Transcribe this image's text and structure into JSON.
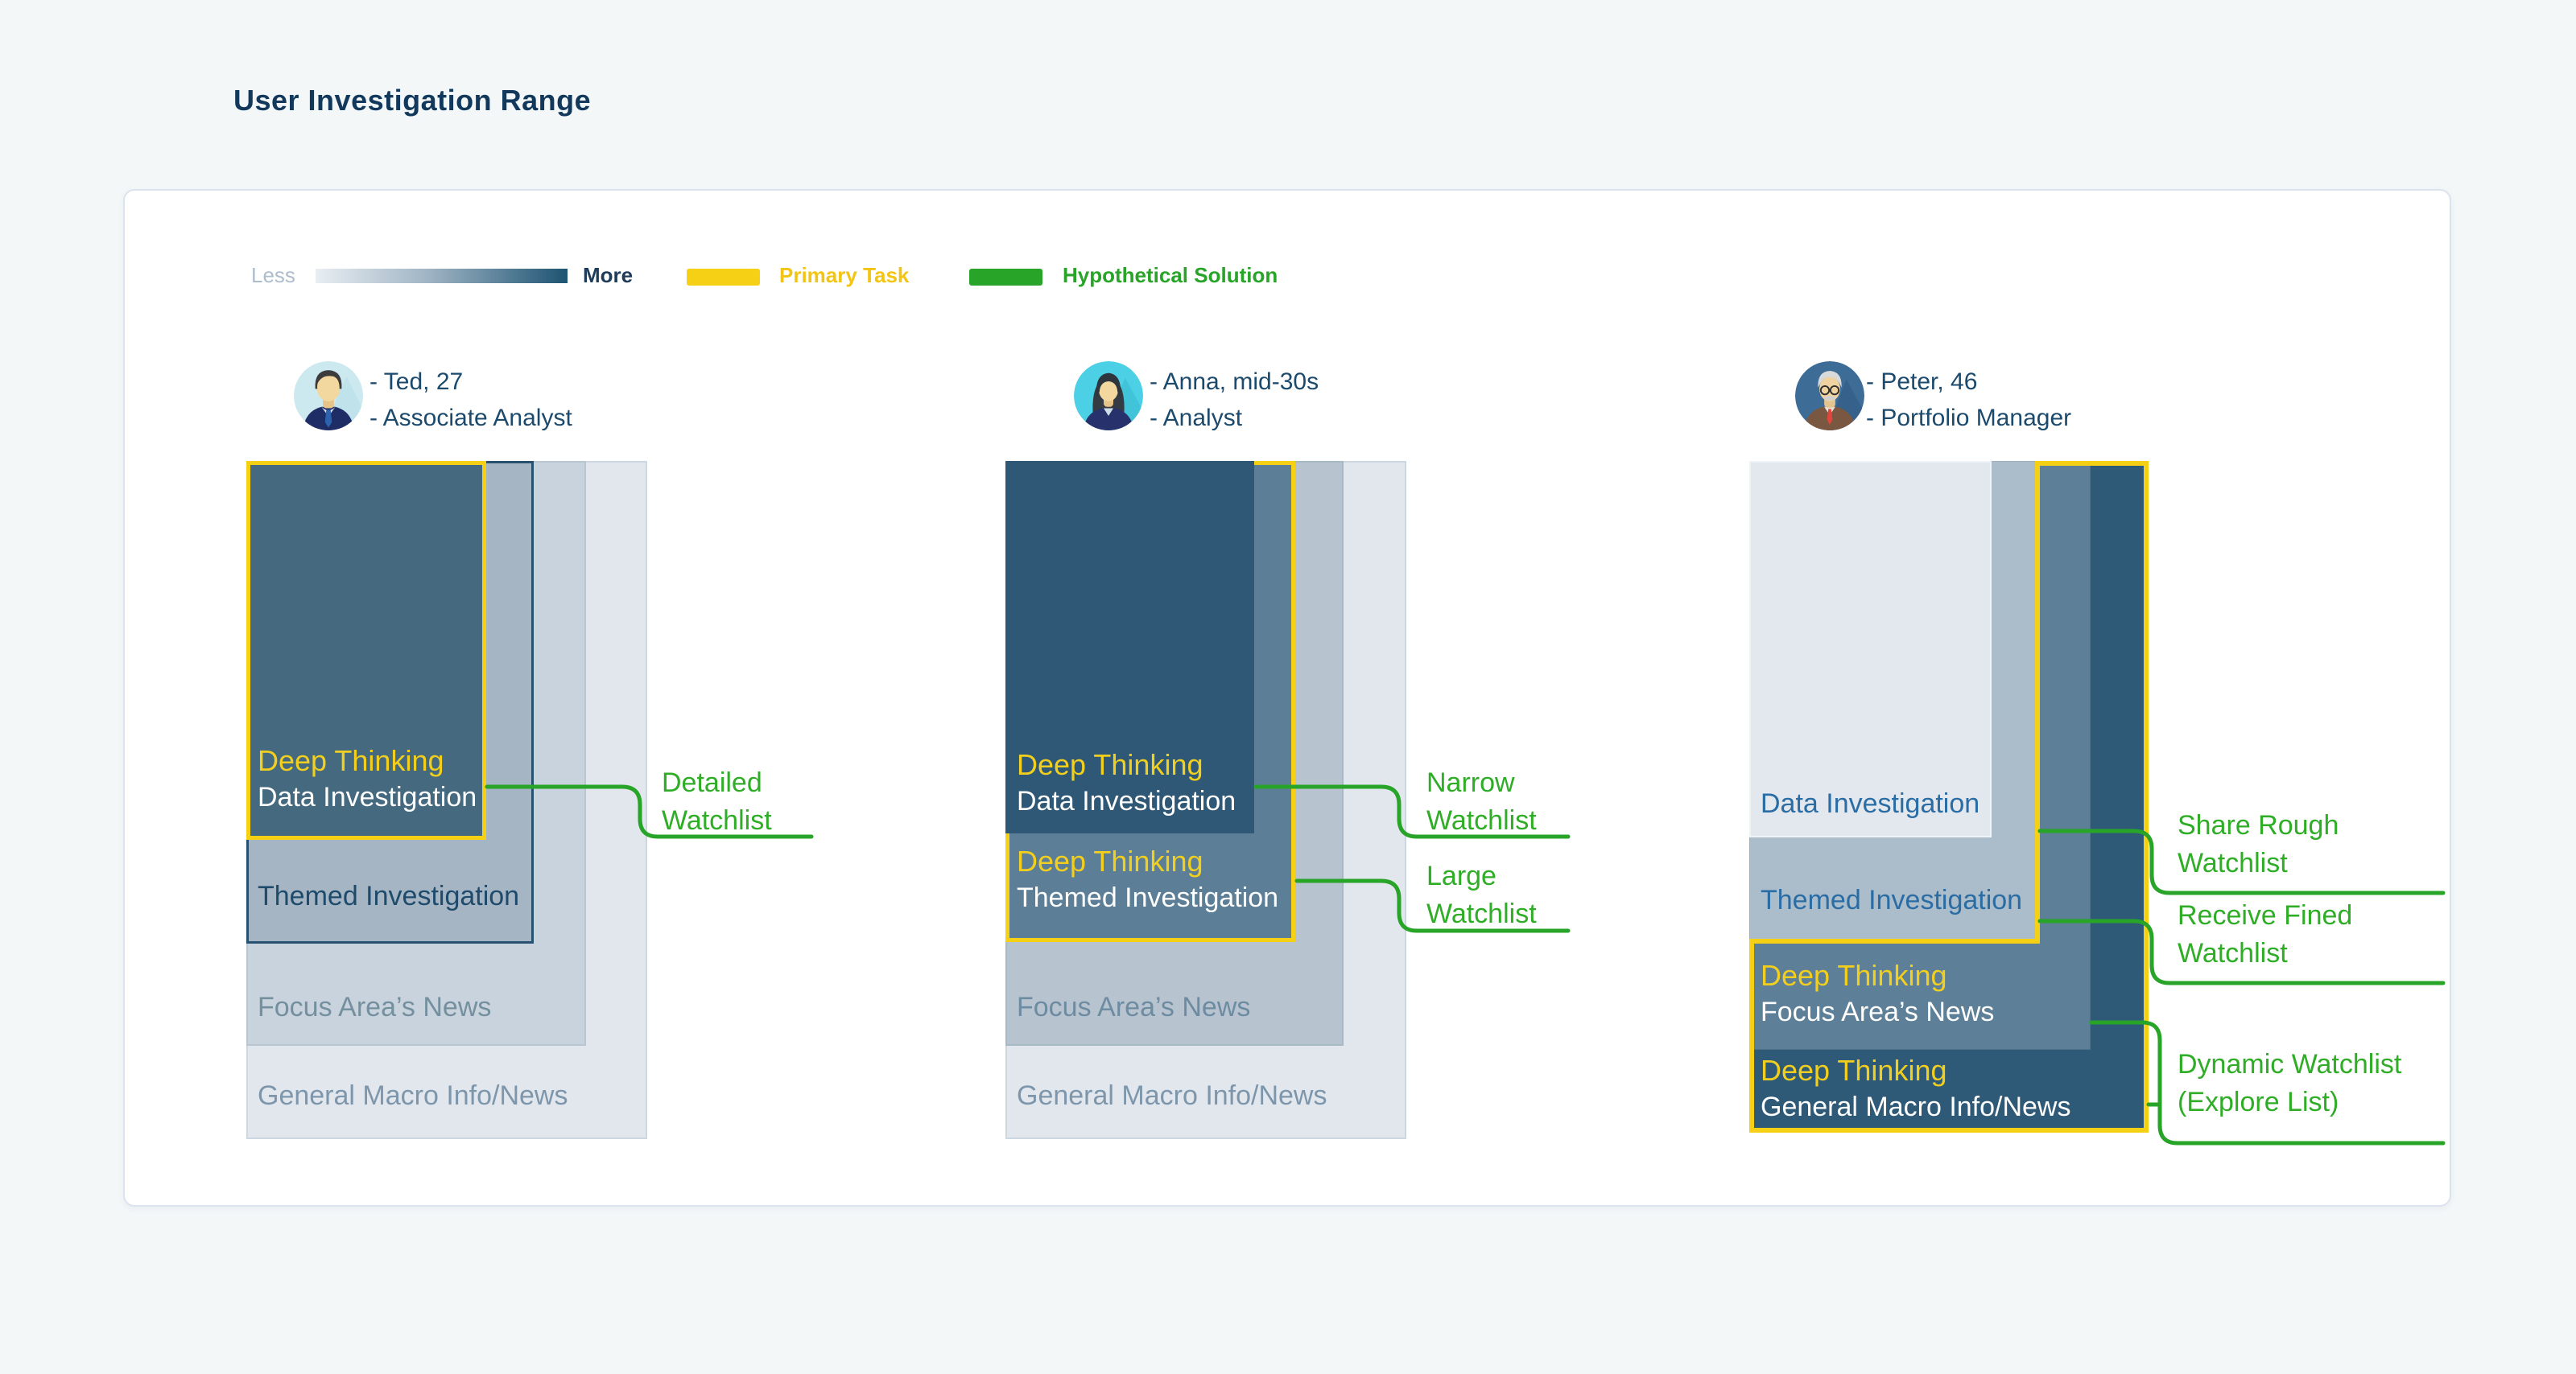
{
  "title": "User Investigation Range",
  "legend": {
    "less": "Less",
    "more": "More",
    "primary_task": "Primary Task",
    "hypothetical_solution": "Hypothetical Solution",
    "colors": {
      "primary_task": "#f6d014",
      "hypothetical_solution": "#28a428",
      "scale_start": "#e9eef2",
      "scale_end": "#1d5472"
    }
  },
  "ted": {
    "name": "- Ted, 27",
    "role": "- Associate Analyst",
    "layers": {
      "general": "General Macro Info/News",
      "focus": "Focus Area’s News",
      "themed": "Themed Investigation",
      "deep_prefix": "Deep Thinking",
      "data": "Data Investigation"
    },
    "colors": {
      "general": "#e1e7ed",
      "focus": "#c9d3dd",
      "themed": "#a6b5c3",
      "deep": "#45697f"
    },
    "callout_detailed": {
      "line1": "Detailed",
      "line2": "Watchlist"
    }
  },
  "anna": {
    "name": "- Anna, mid-30s",
    "role": "- Analyst",
    "layers": {
      "general": "General Macro Info/News",
      "focus": "Focus Area’s News",
      "themed_prefix": "Deep Thinking",
      "themed": "Themed Investigation",
      "data_prefix": "Deep Thinking",
      "data": "Data Investigation"
    },
    "colors": {
      "general": "#e1e7ed",
      "focus": "#b7c4d0",
      "themed": "#5c7e96",
      "deep": "#2e5876"
    },
    "callout_narrow": {
      "line1": "Narrow",
      "line2": "Watchlist"
    },
    "callout_large": {
      "line1": "Large",
      "line2": "Watchlist"
    }
  },
  "peter": {
    "name": "- Peter, 46",
    "role": "- Portfolio Manager",
    "layers": {
      "general_prefix": "Deep Thinking",
      "general": "General Macro Info/News",
      "focus_prefix": "Deep Thinking",
      "focus": "Focus Area’s News",
      "themed": "Themed Investigation",
      "data": "Data Investigation"
    },
    "colors": {
      "general": "#2e5977",
      "focus": "#5d7f97",
      "themed": "#abbcca",
      "data": "#e3e8ee"
    },
    "callout_share": {
      "line1": "Share Rough",
      "line2": "Watchlist"
    },
    "callout_receive": {
      "line1": "Receive Fined",
      "line2": "Watchlist"
    },
    "callout_dynamic": {
      "line1": "Dynamic Watchlist",
      "line2": "(Explore List)"
    }
  }
}
